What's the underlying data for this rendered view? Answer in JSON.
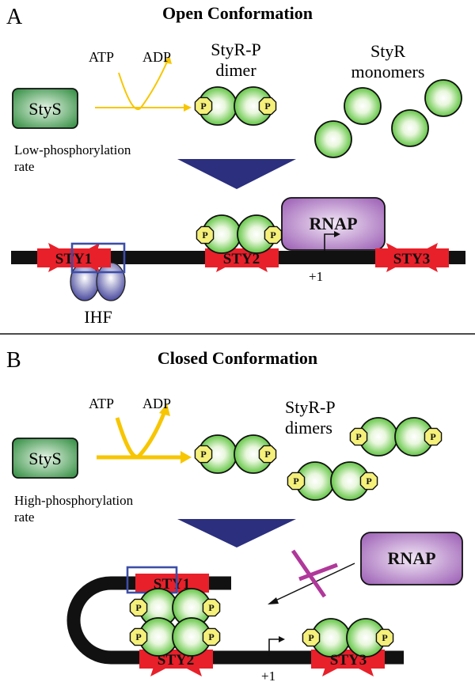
{
  "panel_a": {
    "letter": "A",
    "title": "Open Conformation",
    "kinase": "StyS",
    "atp": "ATP",
    "adp": "ADP",
    "rate_line1": "Low-phosphorylation",
    "rate_line2": "rate",
    "dimer_line1": "StyR-P",
    "dimer_line2": "dimer",
    "mono_line1": "StyR",
    "mono_line2": "monomers",
    "rnap": "RNAP",
    "sites": [
      "STY1",
      "STY2",
      "STY3"
    ],
    "tss": "+1",
    "ihf": "IHF"
  },
  "panel_b": {
    "letter": "B",
    "title": "Closed Conformation",
    "kinase": "StyS",
    "atp": "ATP",
    "adp": "ADP",
    "rate_line1": "High-phosphorylation",
    "rate_line2": "rate",
    "dimers_line1": "StyR-P",
    "dimers_line2": "dimers",
    "rnap": "RNAP",
    "sites": [
      "STY1",
      "STY2",
      "STY3"
    ],
    "tss": "+1"
  },
  "phospho": "P",
  "colors": {
    "kinase_green": "#2e8b3e",
    "protein_green": "#5cc83a",
    "phosphate_yellow": "#f5f07a",
    "arrow_yellow": "#f7c600",
    "sty_red": "#e8202a",
    "rnap_purple": "#a26ab8",
    "ihf_blue": "#5a5aa8",
    "big_arrow_navy": "#2b2f7e",
    "box_blue": "#3d4ea8",
    "block_magenta": "#b0389a",
    "dna": "#111111"
  },
  "icons": [
    "phosphate-icon",
    "forward-arrow-icon",
    "blocked-cross-icon"
  ]
}
